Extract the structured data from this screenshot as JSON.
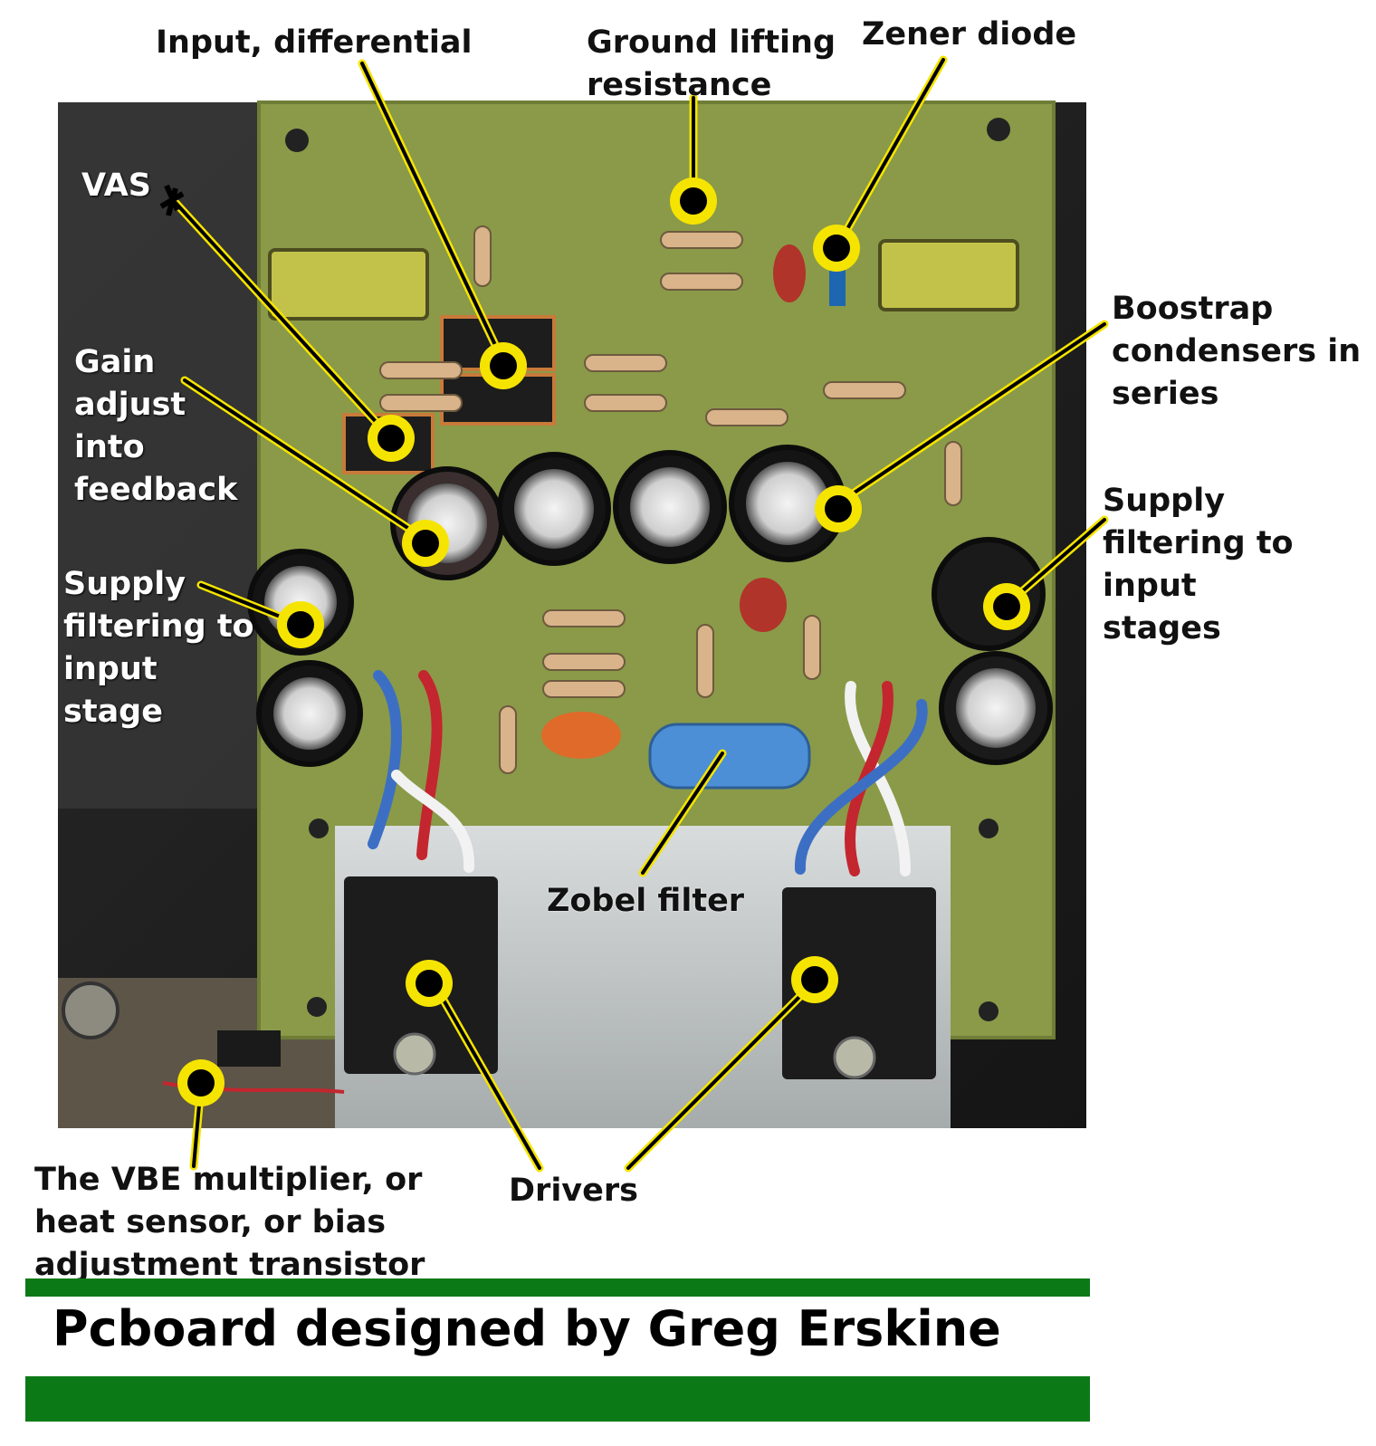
{
  "labels": {
    "input_differential": "Input, differential",
    "ground_lifting": "Ground lifting\nresistance",
    "zener_diode": "Zener diode",
    "vas": "VAS",
    "gain_adjust": "Gain\nadjust\ninto\nfeedback",
    "boostrap": "Boostrap\ncondensers in\nseries",
    "supply_left": "Supply\nfiltering to\ninput\nstage",
    "supply_right": "Supply\nfiltering to\ninput\nstages",
    "zobel_filter": "Zobel filter",
    "drivers": "Drivers",
    "vbe_multiplier": "The VBE multiplier, or\nheat sensor, or bias\nadjustment transistor"
  },
  "credit": "Pcboard designed by Greg Erskine",
  "colors": {
    "marker_ring": "#f5e400",
    "marker_dot": "#000000",
    "pcb": "#8a9a48",
    "accent_bar": "#0b7a16"
  }
}
